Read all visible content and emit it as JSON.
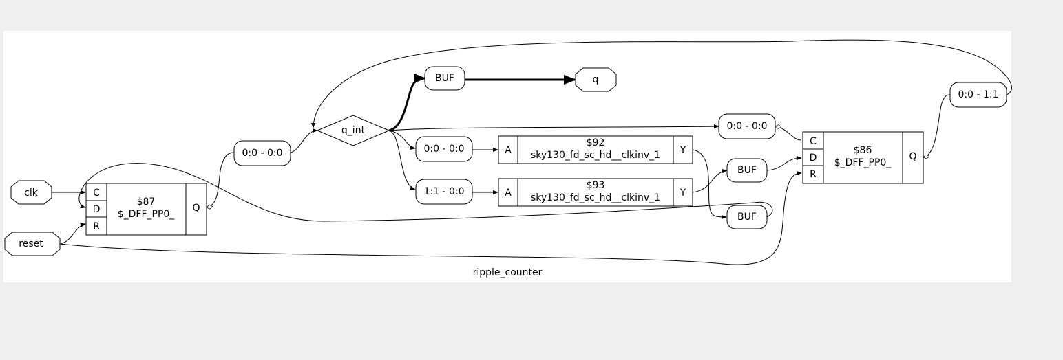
{
  "diagram": {
    "title": "ripple_counter",
    "ports": {
      "clk": "clk",
      "reset": "reset",
      "q": "q",
      "q_int": "q_int"
    },
    "cells": {
      "dff87": {
        "id": "$87",
        "type": "$_DFF_PP0_",
        "pins": [
          "C",
          "D",
          "R",
          "Q"
        ]
      },
      "dff86": {
        "id": "$86",
        "type": "$_DFF_PP0_",
        "pins": [
          "C",
          "D",
          "R",
          "Q"
        ]
      },
      "inv92": {
        "id": "$92",
        "type": "sky130_fd_sc_hd__clkinv_1",
        "pins": [
          "A",
          "Y"
        ]
      },
      "inv93": {
        "id": "$93",
        "type": "sky130_fd_sc_hd__clkinv_1",
        "pins": [
          "A",
          "Y"
        ]
      }
    },
    "buffers": {
      "buf_q": "BUF",
      "buf_mid": "BUF",
      "buf_low": "BUF"
    },
    "slices": {
      "s87q": "0:0 - 0:0",
      "s92a": "0:0 - 0:0",
      "s93a": "1:1 - 0:0",
      "s86c": "0:0 - 0:0",
      "s86q": "0:0 - 1:1"
    }
  }
}
